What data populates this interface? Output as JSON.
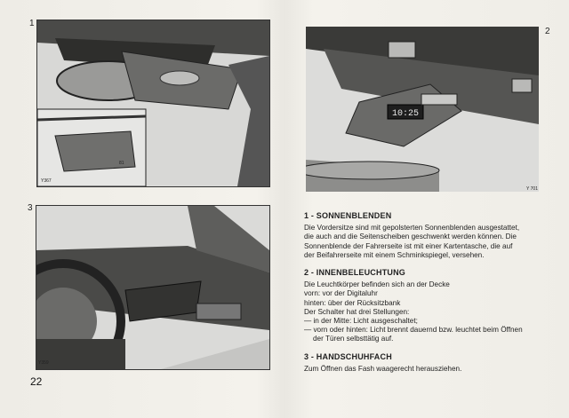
{
  "page_number": "22",
  "figures": [
    {
      "number": "1",
      "code": "Y367",
      "code2": "81"
    },
    {
      "number": "2",
      "code": "Y 701"
    },
    {
      "number": "3",
      "code": "Y359"
    }
  ],
  "clock_display": "10:25",
  "sections": [
    {
      "heading": "1 - SONNENBLENDEN",
      "lines": [
        "Die Vordersitze sind mit gepolsterten Sonnenblenden ausgestattet,",
        "die auch and die Seitenscheiben geschwenkt werden können. Die",
        "Sonnenblende der Fahrerseite ist mit einer Kartentasche, die auf",
        "der Beifahrerseite mit einem Schminkspiegel, versehen."
      ]
    },
    {
      "heading": "2 - INNENBELEUCHTUNG",
      "lines": [
        "Die Leuchtkörper befinden sich an der Decke",
        "vorn: vor der Digitaluhr",
        "hinten: über der Rücksitzbank",
        "Der Schalter hat drei Stellungen:",
        "— in der Mitte: Licht ausgeschaltet;",
        "— vorn oder hinten: Licht brennt dauernd bzw. leuchtet beim Öffnen",
        "der Türen selbsttätig auf."
      ]
    },
    {
      "heading": "3 - HANDSCHUHFACH",
      "lines": [
        "Zum Öffnen das Fash waagerecht herausziehen."
      ]
    }
  ]
}
